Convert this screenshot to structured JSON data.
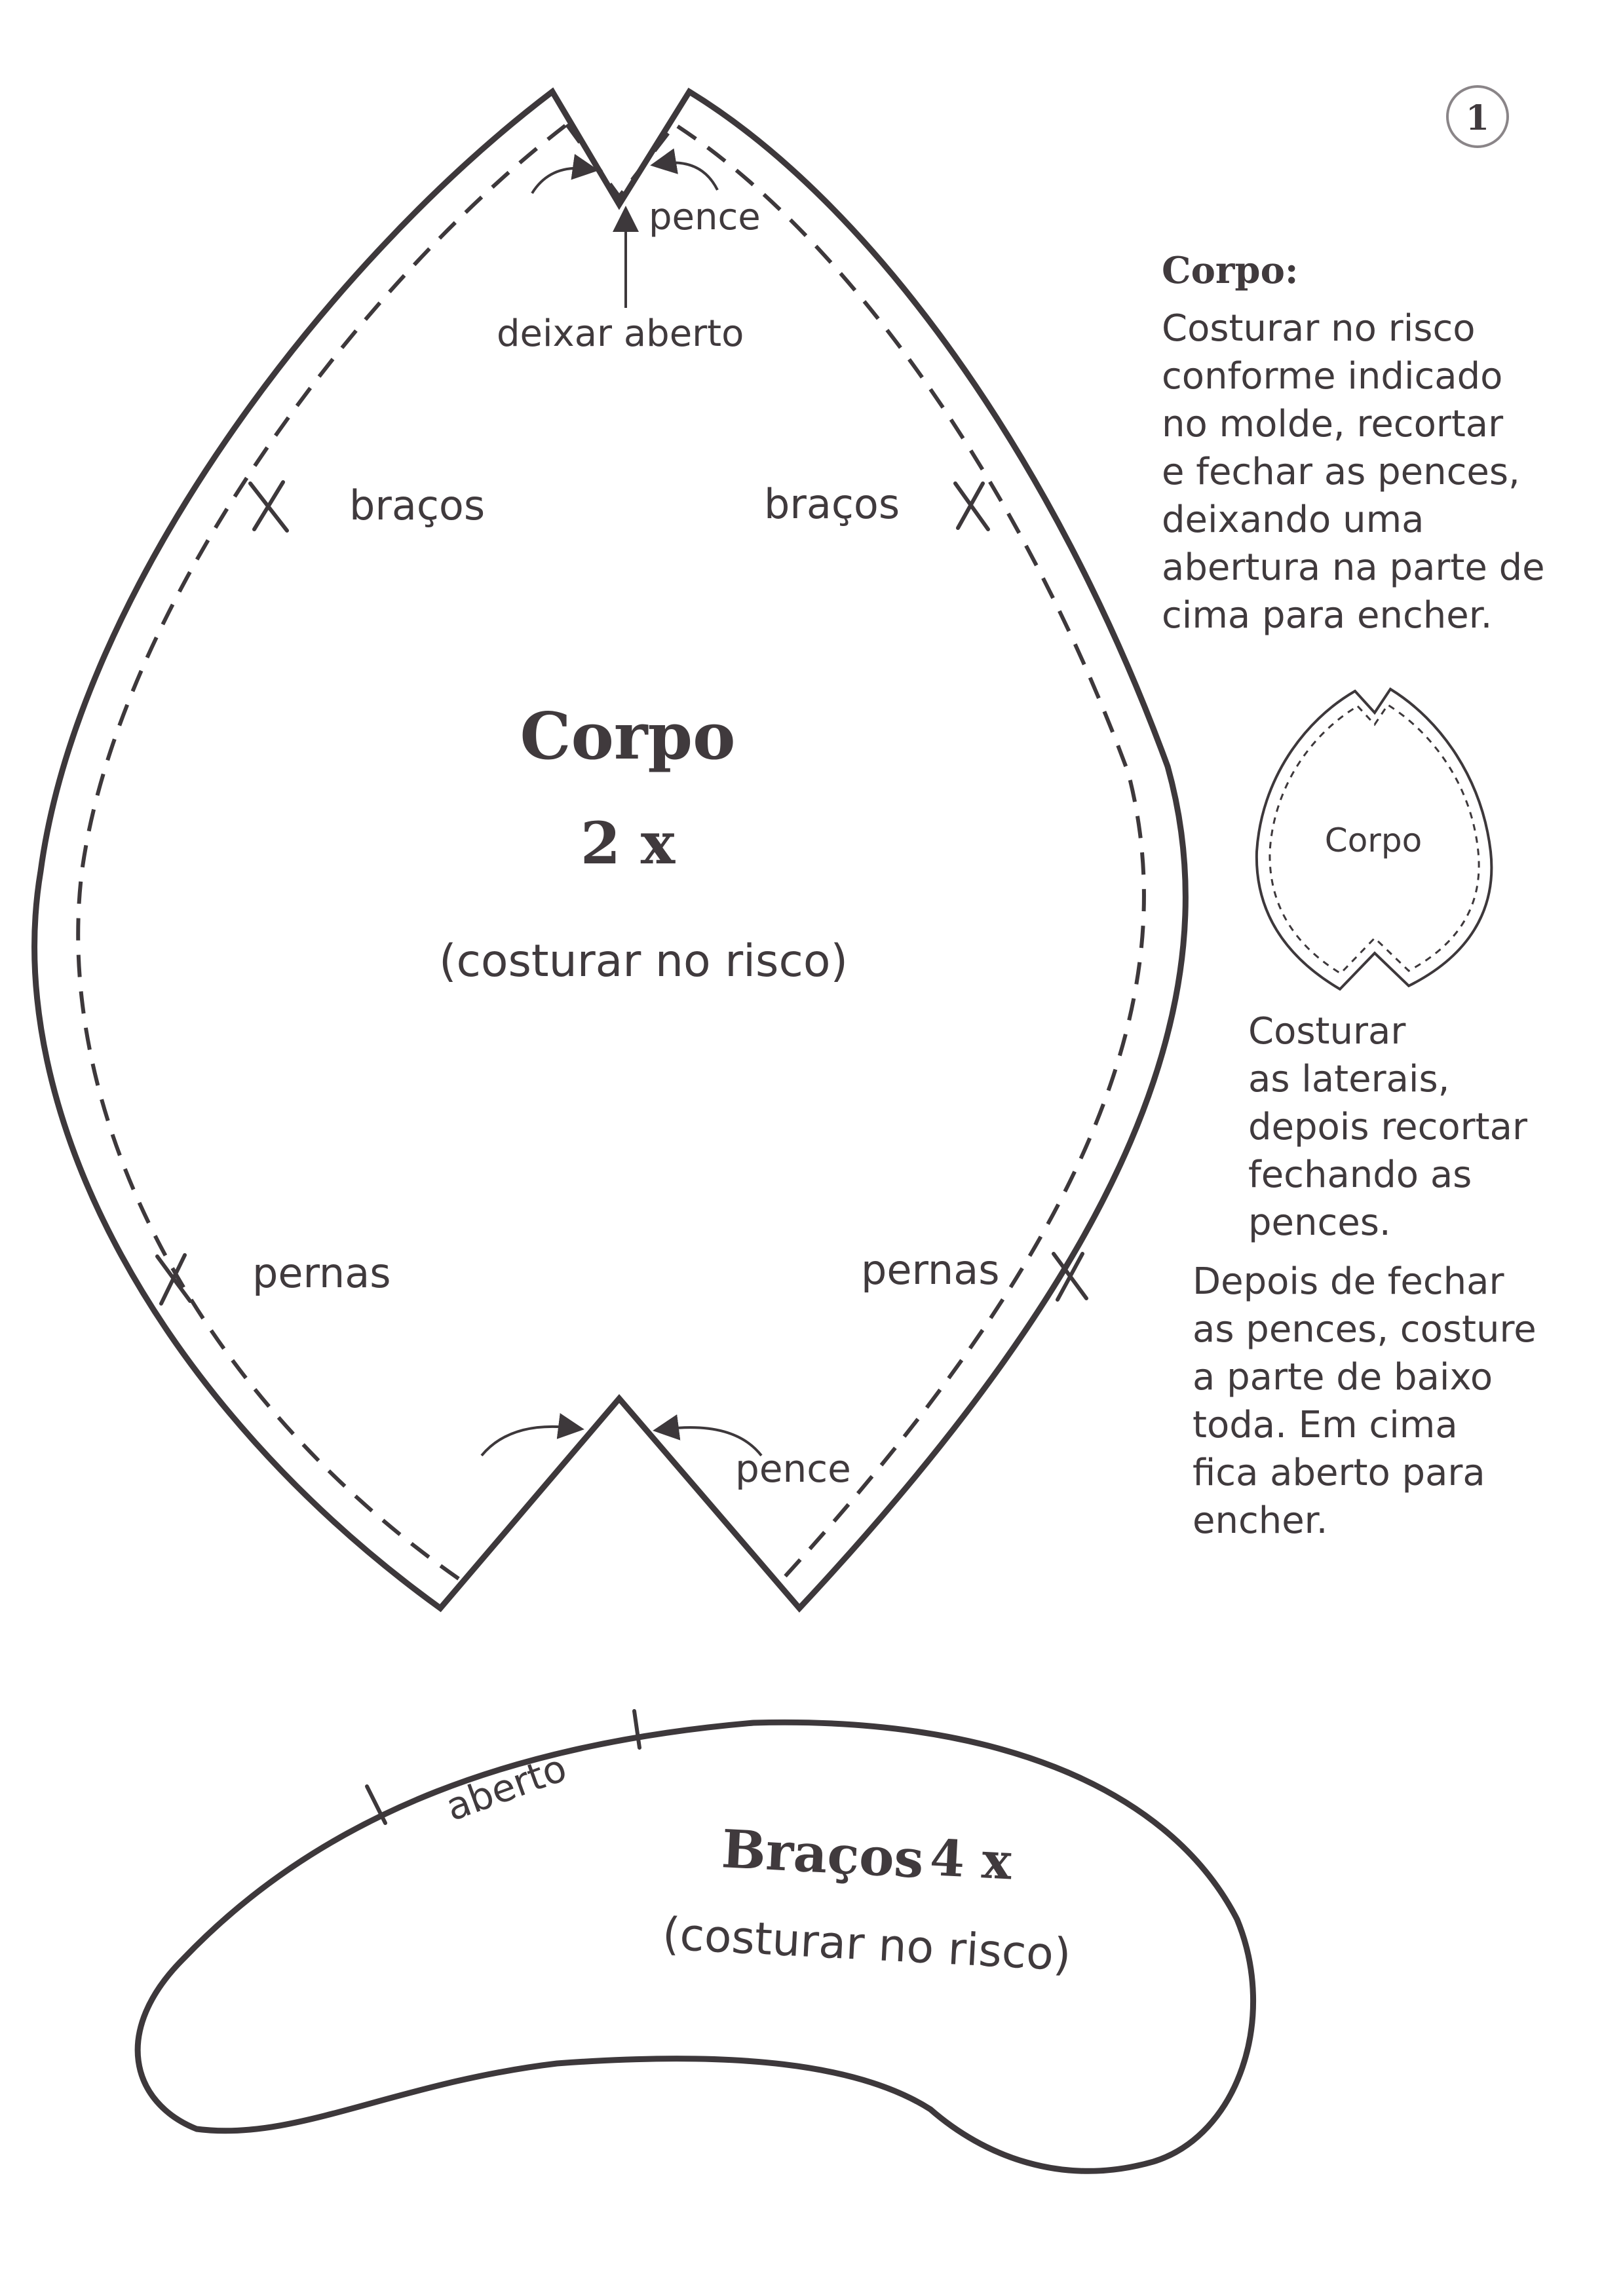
{
  "page_number": "1",
  "body_piece": {
    "title": "Corpo",
    "quantity": "2 x",
    "note": "(costurar no risco)",
    "dart_top_label": "pence",
    "opening_label": "deixar aberto",
    "arm_left_label": "braços",
    "arm_right_label": "braços",
    "leg_left_label": "pernas",
    "leg_right_label": "pernas",
    "dart_bottom_label": "pence"
  },
  "instructions": {
    "heading": "Corpo:",
    "lines": [
      "Costurar no risco",
      "conforme indicado",
      "no molde, recortar",
      "e fechar as pences,",
      "deixando uma",
      "abertura na parte de",
      "cima para encher."
    ]
  },
  "small_diagram": {
    "label": "Corpo",
    "caption_lines": [
      "Costurar",
      "as laterais,",
      "depois recortar",
      "fechando as",
      "pences."
    ],
    "after_lines": [
      "Depois de fechar",
      "as pences, costure",
      "a parte de baixo",
      "toda. Em cima",
      "fica aberto para",
      "encher."
    ]
  },
  "arm_piece": {
    "title": "Braços",
    "quantity": "4 x",
    "note": "(costurar no risco)",
    "opening_label": "aberto"
  }
}
